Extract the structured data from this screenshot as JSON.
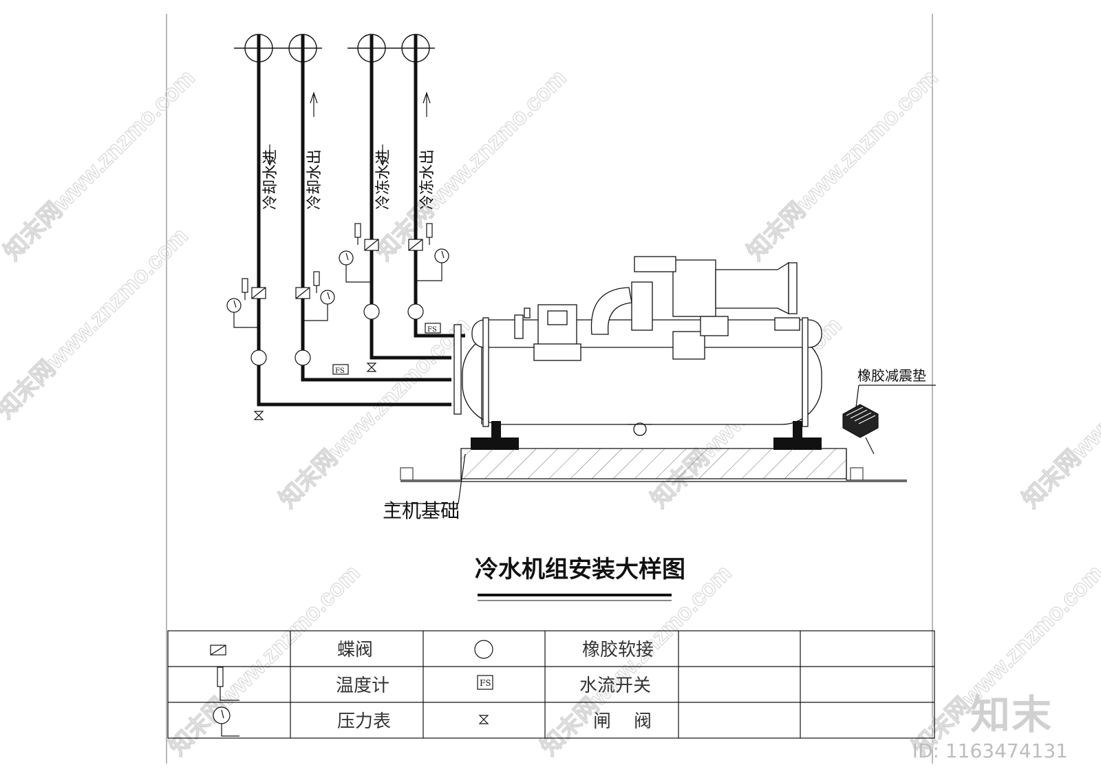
{
  "pipes": {
    "cooling_in": "冷却水进",
    "cooling_out": "冷却水出",
    "chilled_in": "冷冻水进",
    "chilled_out": "冷冻水出",
    "flow_switch": "FS"
  },
  "callouts": {
    "rubber_pad": "橡胶减震垫",
    "foundation": "主机基础"
  },
  "title": "冷水机组安装大样图",
  "legend": {
    "rows": [
      [
        {
          "icon": "butterfly-valve-icon",
          "label": "蝶阀"
        },
        {
          "icon": "rubber-joint-icon",
          "label": "橡胶软接"
        }
      ],
      [
        {
          "icon": "thermometer-icon",
          "label": "温度计"
        },
        {
          "icon": "flow-switch-icon",
          "symbol": "FS",
          "label": "水流开关"
        }
      ],
      [
        {
          "icon": "pressure-gauge-icon",
          "label": "压力表"
        },
        {
          "icon": "gate-valve-icon",
          "label": "闸    阀"
        }
      ]
    ]
  },
  "watermark": {
    "text": "知末网www.znzmo.com",
    "logo": "知末",
    "id": "ID: 1163474131"
  }
}
